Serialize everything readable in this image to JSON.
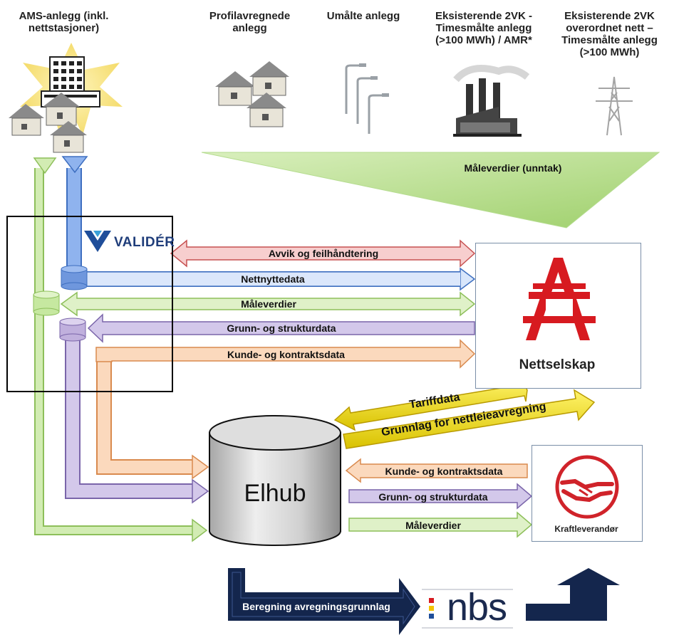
{
  "sources": {
    "ams": "AMS-anlegg (inkl.\nnettstasjoner)",
    "profil": "Profilavregnede\nanlegg",
    "umalte": "Umålte anlegg",
    "eks2vk": "Eksisterende 2VK -\nTimesmålte anlegg\n(>100 MWh) / AMR*",
    "eks2vk_net": "Eksisterende 2VK\noverordnet nett –\nTimesmålte anlegg\n(>100 MWh)"
  },
  "triangle_label": "Måleverdier (unntak)",
  "valider_logo": "VALIDÉR",
  "nettselskap": {
    "label": "Nettselskap"
  },
  "kraftleverandor": {
    "label": "Kraftleverandør"
  },
  "elhub": {
    "label": "Elhub"
  },
  "flows": {
    "avvik": "Avvik og feilhåndtering",
    "nettnytte": "Nettnyttedata",
    "maleverdier": "Måleverdier",
    "grunn": "Grunn- og strukturdata",
    "kunde": "Kunde- og kontraktsdata",
    "tariff": "Tariffdata",
    "grunnlag": "Grunnlag  for nettleieavregning",
    "kunde2": "Kunde- og kontraktsdata",
    "grunn2": "Grunn- og strukturdata",
    "maleverdier2": "Måleverdier",
    "beregning": "Beregning avregningsgrunnlag"
  },
  "nbs_logo": "nbs",
  "colors": {
    "green": "#c6e8a0",
    "green_edge": "#8dbf5a",
    "blue": "#7ea6e6",
    "blue_edge": "#3e6fc0",
    "red": "#f0a0a0",
    "red_edge": "#c65050",
    "purple": "#c0b0dd",
    "purple_edge": "#7a65aa",
    "orange": "#f6c39a",
    "orange_edge": "#d98a4e",
    "yellow": "#f3e21a",
    "navy": "#14264d",
    "statnett_red": "#d71a20",
    "kraft_red": "#d0232a"
  }
}
